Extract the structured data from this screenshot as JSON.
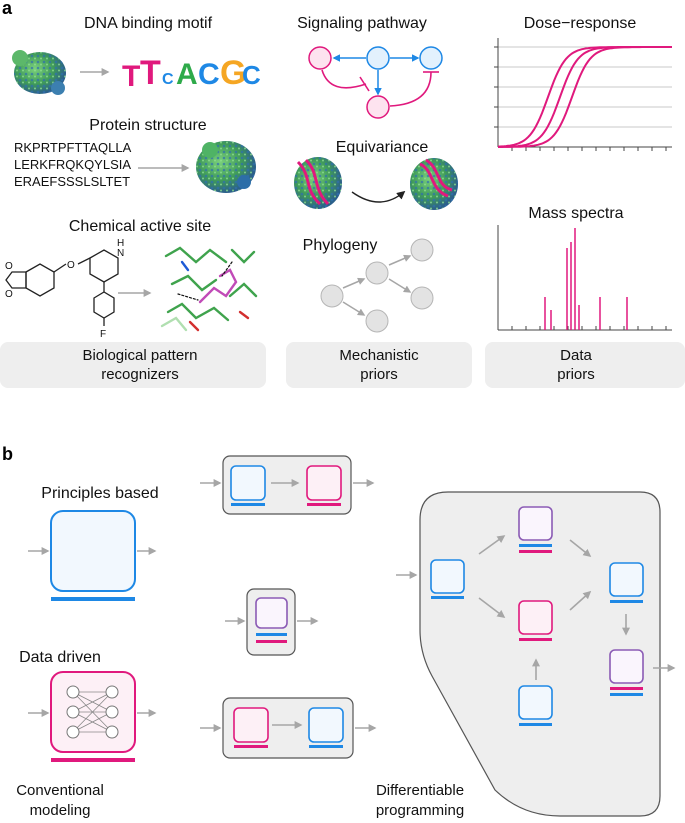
{
  "panel_a": {
    "letter": "a",
    "dna_title": "DNA binding motif",
    "motif_letters": [
      "T",
      "T",
      "C",
      "A",
      "C",
      "G",
      "C"
    ],
    "protein_title": "Protein structure",
    "protein_sequence": [
      "RKPRTPFTTAQLLA",
      "LERKFRQKQYLSIA",
      "ERAEFSSSLSLTET"
    ],
    "chemical_title": "Chemical active site",
    "molecule_atoms": [
      "H",
      "N",
      "O",
      "O",
      "O",
      "F"
    ],
    "signaling_title": "Signaling pathway",
    "equivariance_title": "Equivariance",
    "phylogeny_title": "Phylogeny",
    "dose_title": "Dose−response",
    "mass_title": "Mass spectra",
    "categories": [
      {
        "line1": "Biological pattern",
        "line2": "recognizers"
      },
      {
        "line1": "Mechanistic",
        "line2": "priors"
      },
      {
        "line1": "Data",
        "line2": "priors"
      }
    ]
  },
  "panel_b": {
    "letter": "b",
    "principles_title": "Principles based",
    "data_title": "Data driven",
    "conventional_line1": "Conventional",
    "conventional_line2": "modeling",
    "differentiable_line1": "Differentiable",
    "differentiable_line2": "programming"
  },
  "colors": {
    "blue": "#1e88e5",
    "magenta": "#e0197d",
    "purple": "#8b5bb5",
    "grey_panel": "#eeeeee",
    "arrow_grey": "#a6a6a6",
    "node_grey": "#e3e3e3"
  }
}
